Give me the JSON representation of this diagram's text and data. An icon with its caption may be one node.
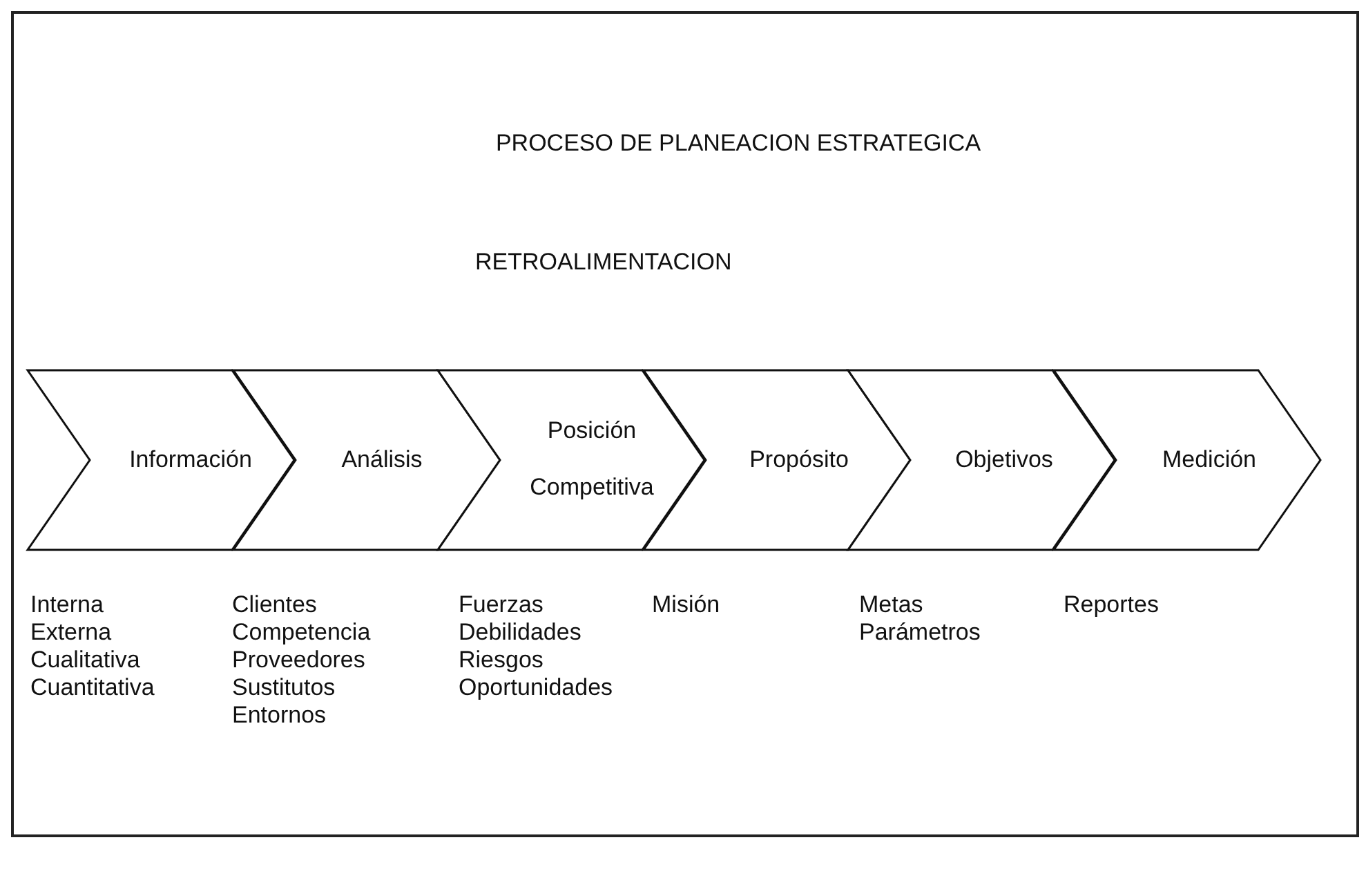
{
  "diagram": {
    "title": "PROCESO DE PLANEACION ESTRATEGICA",
    "nodes": [
      {
        "text": [
          "Información"
        ],
        "beside": [
          "Interna",
          "Externa",
          "Cualitativa",
          "Cuantitativa"
        ]
      },
      {
        "text": [
          "Análisis"
        ],
        "beside": [
          "Clientes",
          "Competencia",
          "Proveedores",
          "Sustitutos",
          "Entornos"
        ]
      },
      {
        "text": [
          "Posición Competitiva"
        ],
        "beside": [
          "Fuerzas",
          "Debilidades",
          "Riesgos",
          "Oportunidades"
        ]
      },
      {
        "text": [
          "Propósito"
        ],
        "beside": [
          "Misión"
        ]
      },
      {
        "text": [
          "Objetivos"
        ],
        "beside": [
          "Metas",
          "Parámetros"
        ]
      },
      {
        "text": [
          "Medición"
        ],
        "beside": [
          "Reportes"
        ]
      }
    ],
    "labels": [
      "RETROALIMENTACION"
    ]
  }
}
